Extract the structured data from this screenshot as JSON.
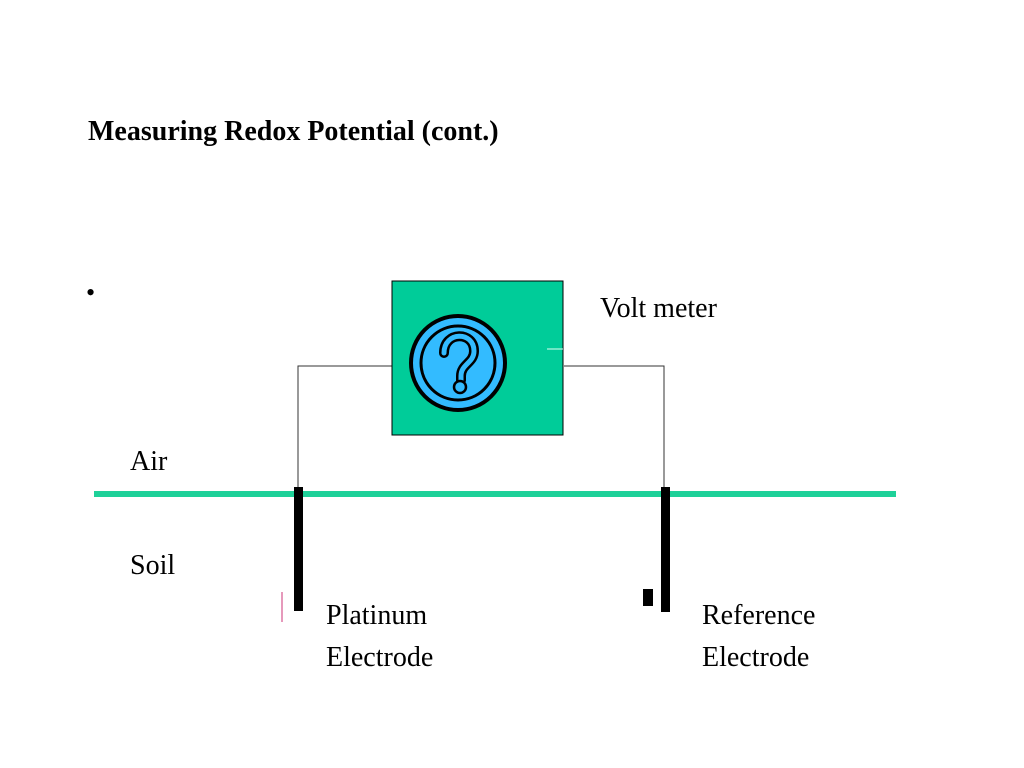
{
  "slide": {
    "title": "Measuring Redox Potential (cont.)",
    "bullet": "•"
  },
  "diagram": {
    "meter_label": "Volt meter",
    "meter_icon": "question-mark-icon",
    "air_label": "Air",
    "soil_label": "Soil",
    "platinum_line1": "Platinum",
    "platinum_line2": "Electrode",
    "reference_line1": "Reference",
    "reference_line2": "Electrode"
  },
  "colors": {
    "meter_fill": "#00cc99",
    "ground_line": "#1ed199",
    "icon_fill": "#33bbff",
    "icon_stroke": "#000000",
    "wire": "#333333",
    "electrode": "#000000",
    "mark": "#cc3377"
  }
}
